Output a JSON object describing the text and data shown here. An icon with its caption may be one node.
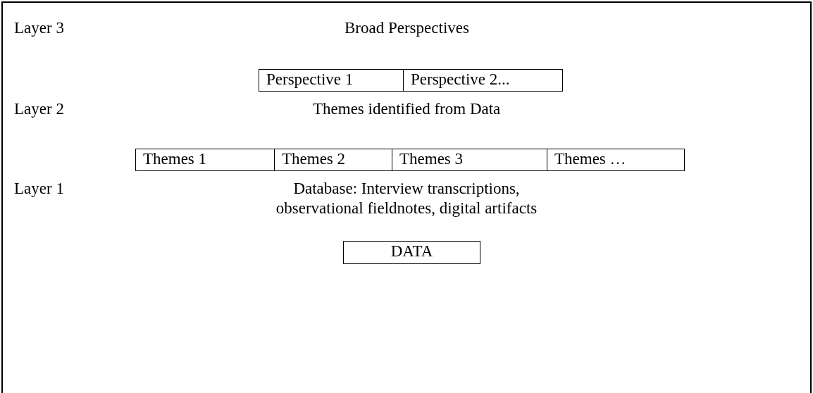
{
  "diagram": {
    "nodes": [
      {
        "text": [],
        "shape": "box"
      },
      {
        "text": [
          "Perspective 1"
        ],
        "in": 0
      },
      {
        "text": [
          "Perspective 2..."
        ],
        "in": 0
      },
      {
        "text": [
          "Themes 1"
        ],
        "in": 0
      },
      {
        "text": [
          "Themes 2"
        ],
        "in": 0
      },
      {
        "text": [
          "Themes 3"
        ],
        "in": 0
      },
      {
        "text": [
          "Themes …"
        ],
        "in": 0
      },
      {
        "text": [
          "DATA"
        ],
        "in": 0
      }
    ],
    "edges": [],
    "labels": [
      "Layer 3",
      "Broad Perspectives",
      "Layer 2",
      "Themes identified from Data",
      "Layer 1",
      "Database: Interview transcriptions, observational fieldnotes, digital artifacts"
    ]
  }
}
